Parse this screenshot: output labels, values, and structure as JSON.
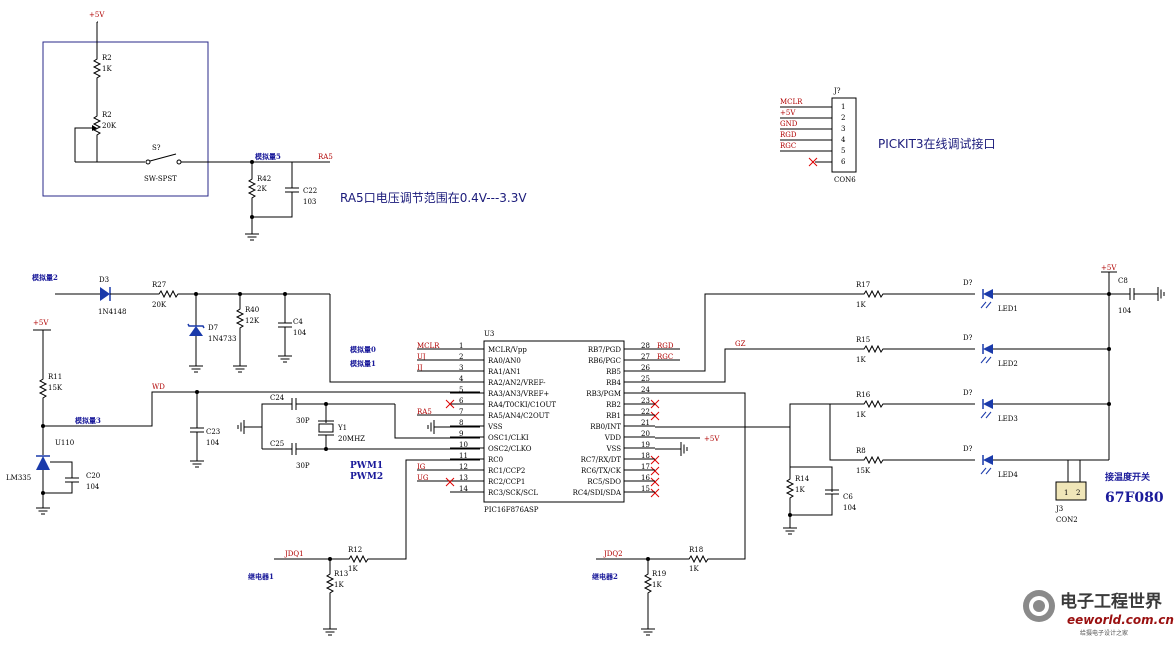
{
  "power": {
    "vcc": "+5V"
  },
  "top_block": {
    "r2a": {
      "ref": "R2",
      "val": "1K"
    },
    "r2b": {
      "ref": "R2",
      "val": "20K"
    },
    "switch": {
      "ref": "S?",
      "type": "SW-SPST"
    },
    "r42": {
      "ref": "R42",
      "val": "2K"
    },
    "c22": {
      "ref": "C22",
      "val": "103"
    },
    "net_ra5_label": "模拟量5",
    "net_ra5": "RA5",
    "note": "RA5口电压调节范围在0.4V---3.3V"
  },
  "pickit": {
    "ref": "J?",
    "part": "CON6",
    "pins": [
      "1",
      "2",
      "3",
      "4",
      "5",
      "6"
    ],
    "nets": [
      "MCLR",
      "+5V",
      "GND",
      "RGD",
      "RGC"
    ],
    "title": "PICKIT3在线调试接口"
  },
  "left_block": {
    "in2": "模拟量2",
    "d3": {
      "ref": "D3",
      "val": "1N4148"
    },
    "r27": {
      "ref": "R27",
      "val": "20K"
    },
    "d7": {
      "ref": "D7",
      "val": "1N4733"
    },
    "r40": {
      "ref": "R40",
      "val": "12K"
    },
    "c4": {
      "ref": "C4",
      "val": "104"
    },
    "r11": {
      "ref": "R11",
      "val": "15K"
    },
    "u110": {
      "ref": "U110",
      "val": "LM335"
    },
    "c20": {
      "ref": "C20",
      "val": "104"
    },
    "in3": "模拟量3",
    "wd": "WD",
    "c23": {
      "ref": "C23",
      "val": "104"
    },
    "c24": {
      "ref": "C24",
      "val": "30P"
    },
    "c25": {
      "ref": "C25",
      "val": "30P"
    },
    "y1": {
      "ref": "Y1",
      "val": "20MHZ"
    },
    "in0": "模拟量0",
    "in1": "模拟量1"
  },
  "mcu": {
    "ref": "U3",
    "part": "PIC16F876ASP",
    "left_pins": [
      {
        "num": "1",
        "name": "MCLR/Vpp",
        "net": "MCLR"
      },
      {
        "num": "2",
        "name": "RA0/AN0",
        "net": "UJ"
      },
      {
        "num": "3",
        "name": "RA1/AN1",
        "net": "IJ"
      },
      {
        "num": "4",
        "name": "RA2/AN2/VREF-",
        "net": ""
      },
      {
        "num": "5",
        "name": "RA3/AN3/VREF+",
        "net": ""
      },
      {
        "num": "6",
        "name": "RA4/T0CKI/C1OUT",
        "net": ""
      },
      {
        "num": "7",
        "name": "RA5/AN4/C2OUT",
        "net": "RA5"
      },
      {
        "num": "8",
        "name": "VSS",
        "net": ""
      },
      {
        "num": "9",
        "name": "OSC1/CLKI",
        "net": ""
      },
      {
        "num": "10",
        "name": "OSC2/CLKO",
        "net": ""
      },
      {
        "num": "11",
        "name": "RC0",
        "net": ""
      },
      {
        "num": "12",
        "name": "RC1/CCP2",
        "net": "IG"
      },
      {
        "num": "13",
        "name": "RC2/CCP1",
        "net": "UG"
      },
      {
        "num": "14",
        "name": "RC3/SCK/SCL",
        "net": ""
      }
    ],
    "right_pins": [
      {
        "num": "28",
        "name": "RB7/PGD",
        "net": "RGD"
      },
      {
        "num": "27",
        "name": "RB6/PGC",
        "net": "RGC"
      },
      {
        "num": "26",
        "name": "RB5",
        "net": ""
      },
      {
        "num": "25",
        "name": "RB4",
        "net": ""
      },
      {
        "num": "24",
        "name": "RB3/PGM",
        "net": ""
      },
      {
        "num": "23",
        "name": "RB2",
        "net": ""
      },
      {
        "num": "22",
        "name": "RB1",
        "net": ""
      },
      {
        "num": "21",
        "name": "RB0/INT",
        "net": ""
      },
      {
        "num": "20",
        "name": "VDD",
        "net": "+5V"
      },
      {
        "num": "19",
        "name": "VSS",
        "net": ""
      },
      {
        "num": "18",
        "name": "RC7/RX/DT",
        "net": ""
      },
      {
        "num": "17",
        "name": "RC6/TX/CK",
        "net": ""
      },
      {
        "num": "16",
        "name": "RC5/SDO",
        "net": ""
      },
      {
        "num": "15",
        "name": "RC4/SDI/SDA",
        "net": ""
      }
    ],
    "pwm1": "PWM1",
    "pwm2": "PWM2"
  },
  "right_block": {
    "r17": {
      "ref": "R17",
      "val": "1K"
    },
    "r15": {
      "ref": "R15",
      "val": "1K"
    },
    "r16": {
      "ref": "R16",
      "val": "1K"
    },
    "r8": {
      "ref": "R8",
      "val": "15K"
    },
    "gz": "GZ",
    "led_ref": "D?",
    "leds": [
      "LED1",
      "LED2",
      "LED3",
      "LED4"
    ],
    "c8": {
      "ref": "C8",
      "val": "104"
    },
    "r14": {
      "ref": "R14",
      "val": "1K"
    },
    "c6": {
      "ref": "C6",
      "val": "104"
    },
    "j3": {
      "ref": "J3",
      "val": "CON2",
      "pins": [
        "1",
        "2"
      ]
    },
    "switch_label": "接温度开关",
    "part_code": "67F080"
  },
  "bottom": {
    "jdq1": "JDQ1",
    "r12": {
      "ref": "R12",
      "val": "1K"
    },
    "r13": {
      "ref": "R13",
      "val": "1K"
    },
    "relay1": "继电器1",
    "jdq2": "JDQ2",
    "r18": {
      "ref": "R18",
      "val": "1K"
    },
    "r19": {
      "ref": "R19",
      "val": "1K"
    },
    "relay2": "继电器2"
  },
  "watermark": {
    "cn": "电子工程世界",
    "en": "eeworld.com.cn",
    "sub": "给摄电子设计之家"
  }
}
